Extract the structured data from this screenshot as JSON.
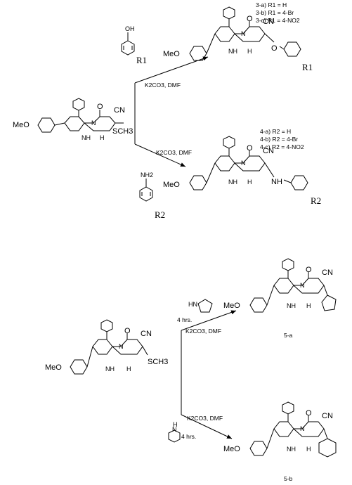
{
  "reaction_1": {
    "reagent_phenol": {
      "oh": "OH",
      "r": "R1"
    },
    "reagent_aniline": {
      "nh2": "NH2",
      "r": "R2"
    },
    "conditions_upper": "K2CO3, DMF",
    "conditions_lower": "K2CO3, DMF",
    "start_material": {
      "meo": "MeO",
      "o": "O",
      "cn": "CN",
      "nh_left": "NH",
      "nh_right": "H",
      "n": "N",
      "sch3": "SCH3"
    },
    "product_3": {
      "meo": "MeO",
      "o": "O",
      "cn": "CN",
      "o_ether": "O",
      "nh_left": "NH",
      "nh_right": "H",
      "n": "N",
      "r": "R1",
      "variants": [
        "3-a)  R1 = H",
        "3-b)  R1 = 4-Br",
        "3-c)  R1 = 4-NO2"
      ]
    },
    "product_4": {
      "meo": "MeO",
      "o": "O",
      "cn": "CN",
      "nh_link": "NH",
      "nh_left": "NH",
      "nh_right": "H",
      "n": "N",
      "r": "R2",
      "variants": [
        "4-a)  R2 = H",
        "4-b)  R2 = 4-Br",
        "4-c)  R2 = 4-NO2"
      ]
    }
  },
  "reaction_2": {
    "pyrrolidine_nh": "HN",
    "piperidine_nh": "H",
    "piperidine_n": "N",
    "time_upper": "4 hrs.",
    "time_lower": "4 hrs.",
    "conditions_upper": "K2CO3, DMF",
    "conditions_lower": "K2CO3, DMF",
    "start_material": {
      "meo": "MeO",
      "o": "O",
      "cn": "CN",
      "nh_left": "NH",
      "nh_right": "H",
      "n": "N",
      "sch3": "SCH3"
    },
    "product_5a": {
      "meo": "MeO",
      "o": "O",
      "cn": "CN",
      "nh_left": "NH",
      "nh_right": "H",
      "n": "N",
      "label": "5-a"
    },
    "product_5b": {
      "meo": "MeO",
      "o": "O",
      "cn": "CN",
      "nh_left": "NH",
      "nh_right": "H",
      "n": "N",
      "label": "5-b"
    }
  }
}
